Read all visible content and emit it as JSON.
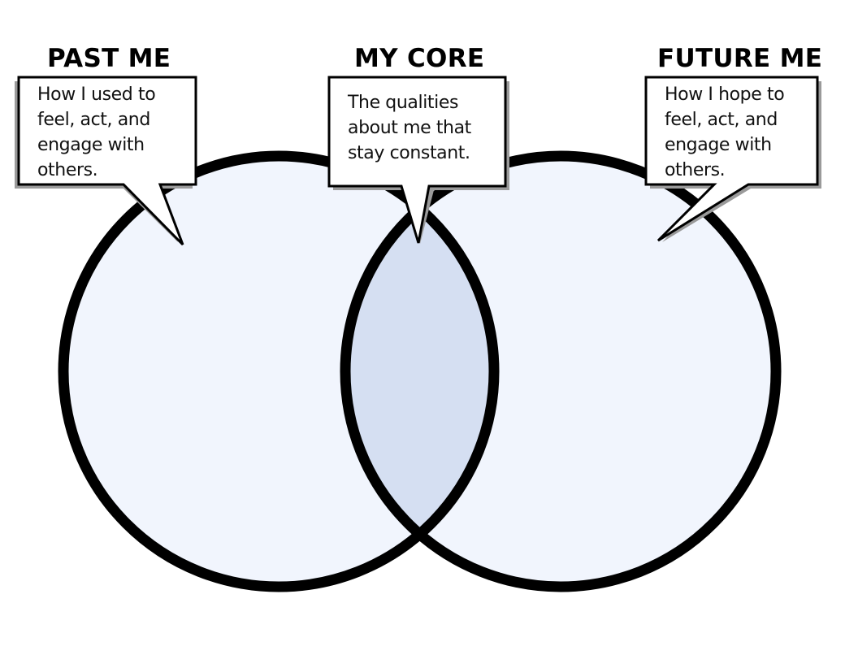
{
  "diagram": {
    "left_section": {
      "heading": "PAST ME",
      "description": "How I used to\nfeel, act, and\nengage with\nothers."
    },
    "center_section": {
      "heading": "MY CORE",
      "description": "The qualities\nabout me that\nstay constant."
    },
    "right_section": {
      "heading": "FUTURE ME",
      "description": "How I hope to\nfeel, act, and\nengage with\nothers."
    },
    "colors": {
      "circle_fill": "#f1f5fd",
      "overlap_fill": "#d5dff2",
      "outline": "#000000",
      "bubble_fill": "#ffffff",
      "bubble_shadow": "#9a9a9a"
    }
  }
}
